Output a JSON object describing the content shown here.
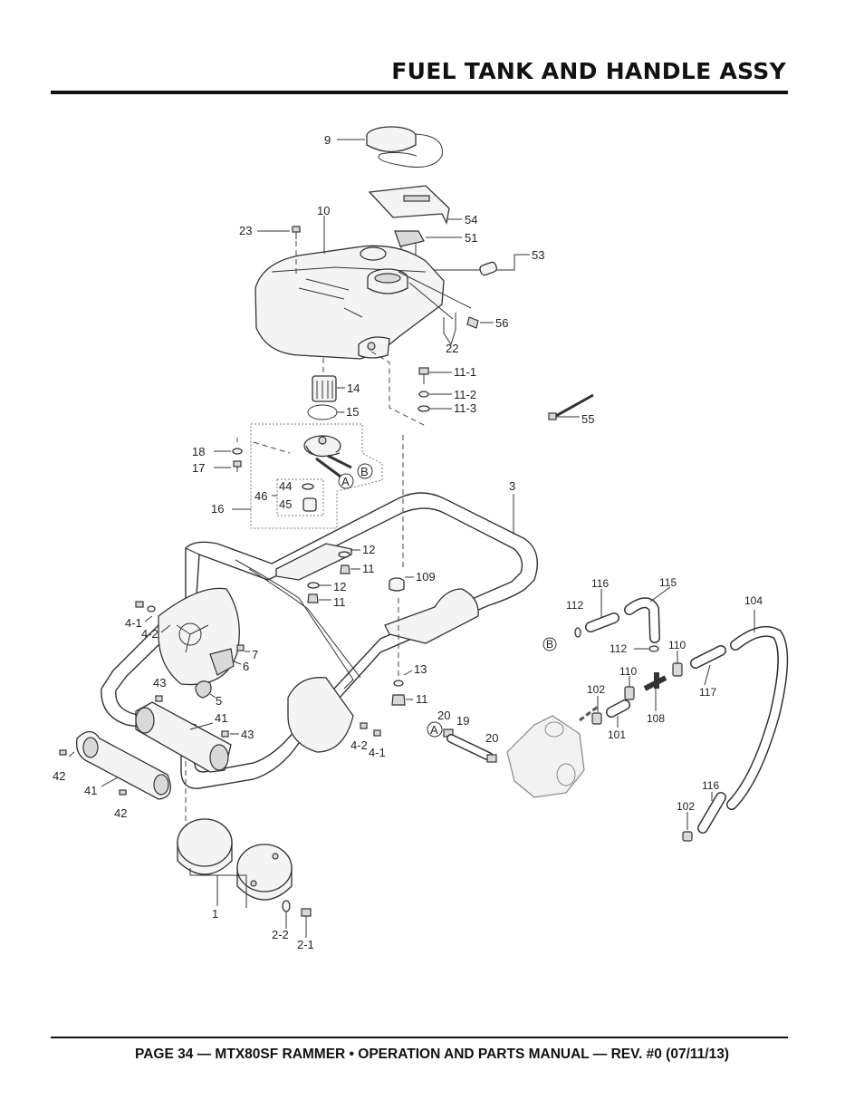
{
  "header": {
    "title": "FUEL TANK AND HANDLE ASSY"
  },
  "footer": {
    "text": "PAGE 34 — MTX80SF RAMMER • OPERATION AND PARTS MANUAL — REV. #0 (07/11/13)"
  },
  "diagram": {
    "callouts": {
      "c9": "9",
      "c10": "10",
      "c23": "23",
      "c54": "54",
      "c51": "51",
      "c53": "53",
      "c56": "56",
      "c22": "22",
      "c11_1": "11-1",
      "c11_2": "11-2",
      "c11_3": "11-3",
      "c55": "55",
      "c14": "14",
      "c15": "15",
      "c18": "18",
      "c17": "17",
      "c16": "16",
      "c46": "46",
      "c44": "44",
      "c45": "45",
      "cA1": "A",
      "cB1": "B",
      "c3": "3",
      "c12a": "12",
      "c11a": "11",
      "c12b": "12",
      "c11b": "11",
      "c109": "109",
      "c4_1a": "4-1",
      "c4_2a": "4-2",
      "c7": "7",
      "c6": "6",
      "c43a": "43",
      "c5": "5",
      "c41a": "41",
      "c43b": "43",
      "c42a": "42",
      "c41b": "41",
      "c42b": "42",
      "c13": "13",
      "c11c": "11",
      "c4_2b": "4-2",
      "c4_1b": "4-1",
      "c20a": "20",
      "c19": "19",
      "c20b": "20",
      "cA2": "A",
      "c1": "1",
      "c2_2": "2-2",
      "c2_1": "2-1",
      "c116a": "116",
      "c115": "115",
      "c112a": "112",
      "cB2": "B",
      "c112b": "112",
      "c110a": "110",
      "c110b": "110",
      "c102a": "102",
      "c101": "101",
      "c108": "108",
      "c117": "117",
      "c104": "104",
      "c116b": "116",
      "c102b": "102"
    }
  }
}
